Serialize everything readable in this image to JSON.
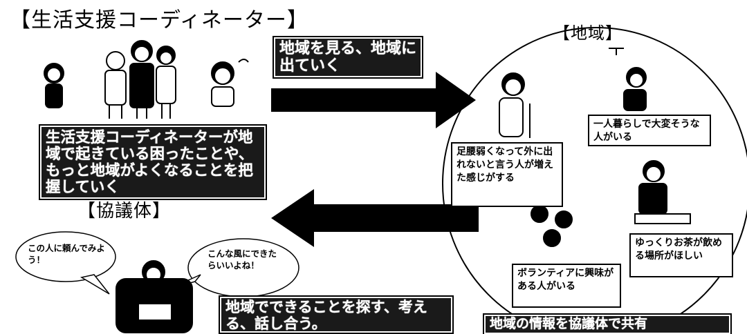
{
  "headings": {
    "coordinator": "【生活支援コーディネーター】",
    "region": "【地域】",
    "council": "【協議体】"
  },
  "boxes": {
    "go_out": "地域を見る、地域に出ていく",
    "grasp": "生活支援コーディネーターが地域で起きている困ったことや、もっと地域がよくなることを把握していく",
    "find": "地域でできることを探す、考える、話し合う。",
    "share": "地域の情報を協議体で共有"
  },
  "region_notes": {
    "living_alone": "一人暮らしで大変そうな人がいる",
    "weak_legs": "足腰弱くなって外に出れないと言う人が増えた感じがする",
    "tea_place": "ゆっくりお茶が飲める場所がほしい",
    "volunteer": "ボランティアに興味がある人がいる"
  },
  "bubbles": {
    "ask_person": "この人に頼んでみよう！",
    "could_do": "こんな風にできたらいいよね！"
  }
}
